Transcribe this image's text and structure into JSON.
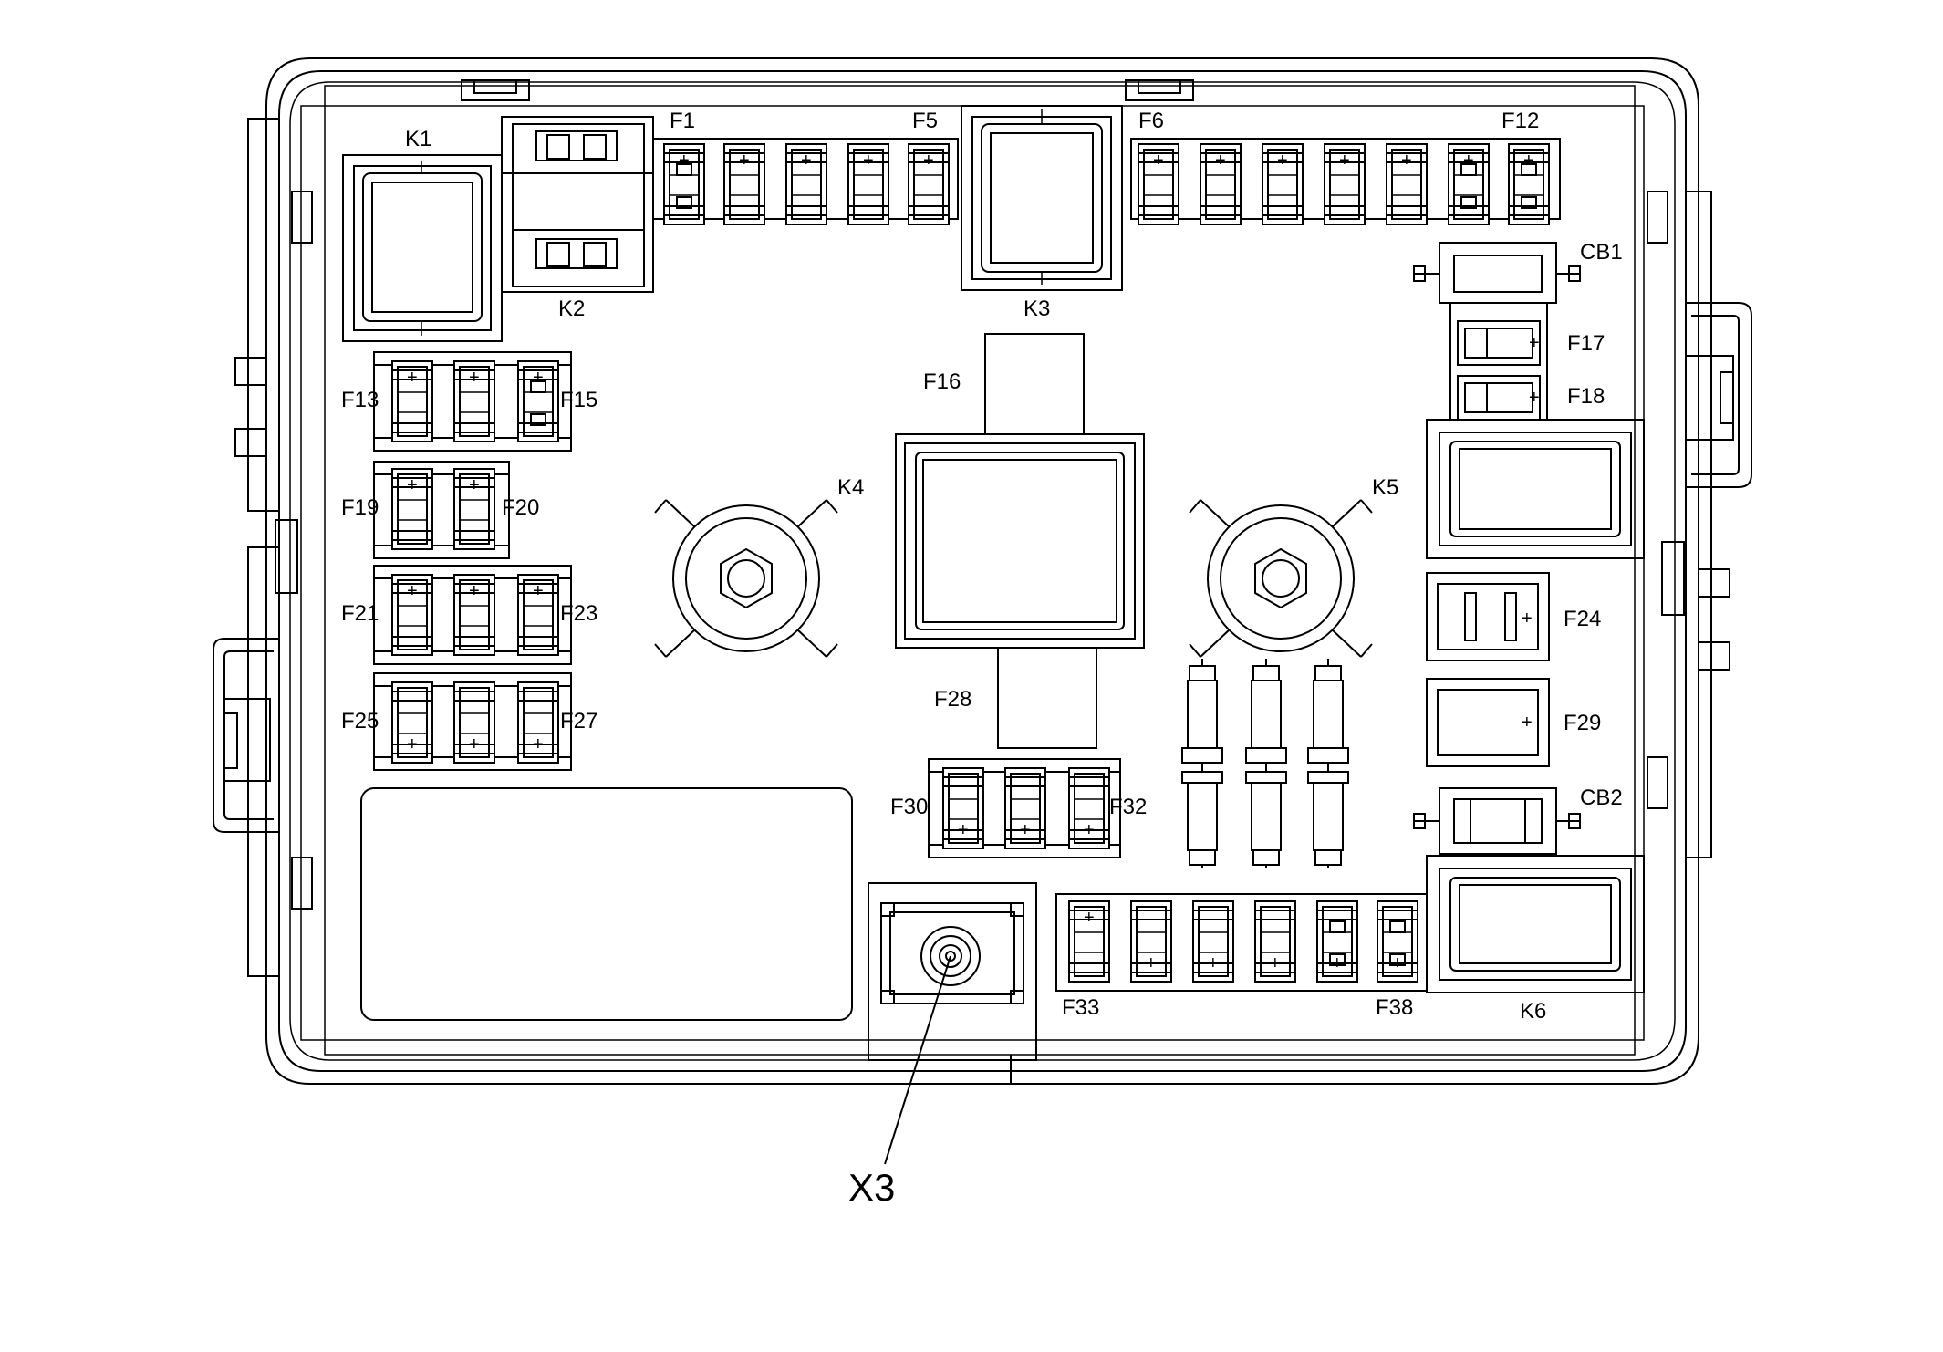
{
  "diagram": {
    "relays": [
      "K1",
      "K2",
      "K3",
      "K4",
      "K5",
      "K6"
    ],
    "fuses": [
      "F1",
      "F5",
      "F6",
      "F12",
      "F13",
      "F15",
      "F16",
      "F17",
      "F18",
      "F19",
      "F20",
      "F21",
      "F23",
      "F24",
      "F25",
      "F27",
      "F28",
      "F29",
      "F30",
      "F32",
      "F33",
      "F38"
    ],
    "circuit_breakers": [
      "CB1",
      "CB2"
    ],
    "connector": "X3",
    "polarity_symbol": "+"
  },
  "colors": {
    "line": "#000000",
    "background": "#ffffff"
  }
}
